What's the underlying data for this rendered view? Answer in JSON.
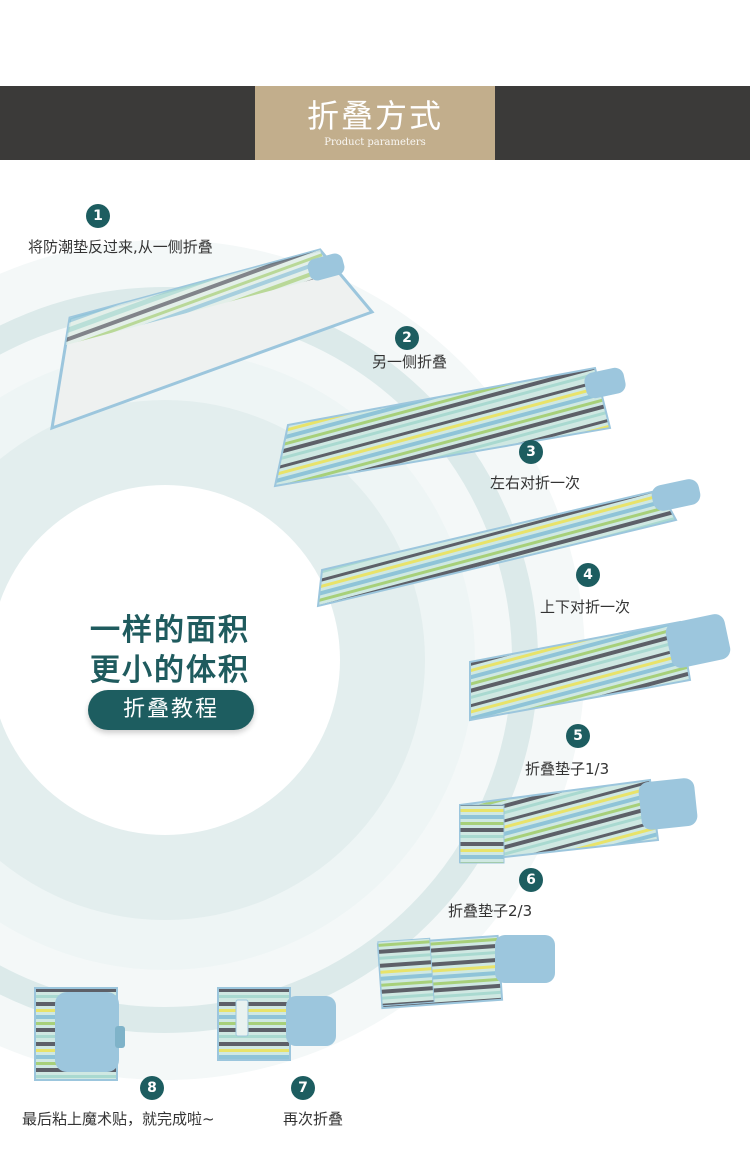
{
  "header": {
    "title": "折叠方式",
    "subtitle": "Product parameters"
  },
  "slogan": {
    "line1": "一样的面积",
    "line2": "更小的体积",
    "button": "折叠教程"
  },
  "steps": [
    {
      "num": "1",
      "text": "将防潮垫反过来,从一侧折叠"
    },
    {
      "num": "2",
      "text": "另一侧折叠"
    },
    {
      "num": "3",
      "text": "左右对折一次"
    },
    {
      "num": "4",
      "text": "上下对折一次"
    },
    {
      "num": "5",
      "text": "折叠垫子1/3"
    },
    {
      "num": "6",
      "text": "折叠垫子2/3"
    },
    {
      "num": "7",
      "text": "再次折叠"
    },
    {
      "num": "8",
      "text": "最后粘上魔术贴，就完成啦~"
    }
  ],
  "colors": {
    "accent": "#1d5d60",
    "header_band": "#3b3a39",
    "header_plate": "#c2ae8c",
    "strap": "#9cc6dd",
    "stripe_dark": "#5d6068",
    "stripe_green": "#a7d07a",
    "stripe_yellow": "#e8e36a",
    "stripe_blue": "#8fc4d8",
    "stripe_teal": "#a9d9d0"
  }
}
